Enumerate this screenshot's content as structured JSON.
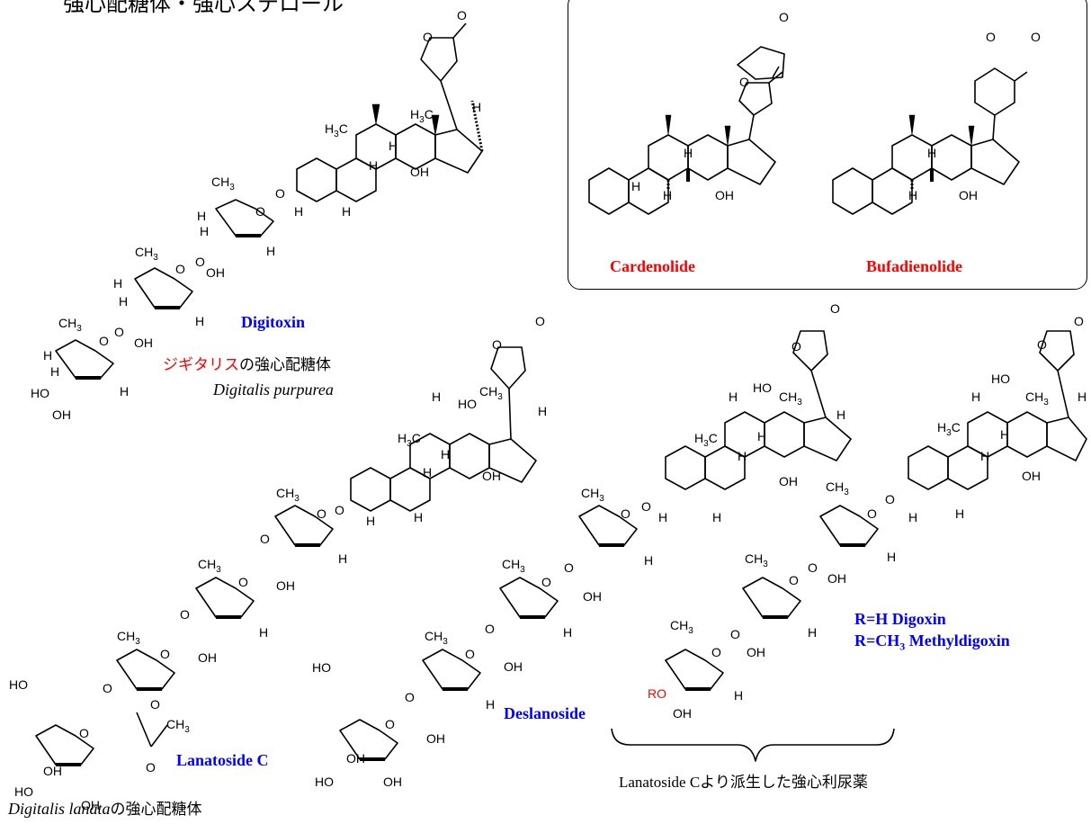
{
  "page": {
    "title": "強心配糖体・強心ステロール",
    "structure_labels": {
      "cardenolide": "Cardenolide",
      "bufadienolide": "Bufadienolide",
      "digitoxin": "Digitoxin",
      "lanatoside_c": "Lanatoside C",
      "deslanoside": "Deslanoside",
      "digoxin_h": "R=H Digoxin",
      "digoxin_ch3_prefix": "R=CH",
      "digoxin_ch3_sub": "3",
      "digoxin_ch3_suffix": " Methyldigoxin"
    },
    "captions": {
      "digitoxin_jp_red": "ジギタリス",
      "digitoxin_jp_black": "の強心配糖体",
      "digitoxin_species": "Digitalis purpurea",
      "lanata_species": "Digitalis lanata",
      "lanata_jp": "の強心配糖体",
      "bracket_caption": "Lanatoside Cより派生した強心利尿薬"
    },
    "atoms": {
      "O": "O",
      "OH": "OH",
      "HO": "HO",
      "H": "H",
      "H3C_main": "H",
      "CH": "CH",
      "three": "3",
      "RO": "RO"
    },
    "colors": {
      "red": "#ff0000",
      "blue": "#0000ff",
      "black": "#000000"
    }
  }
}
